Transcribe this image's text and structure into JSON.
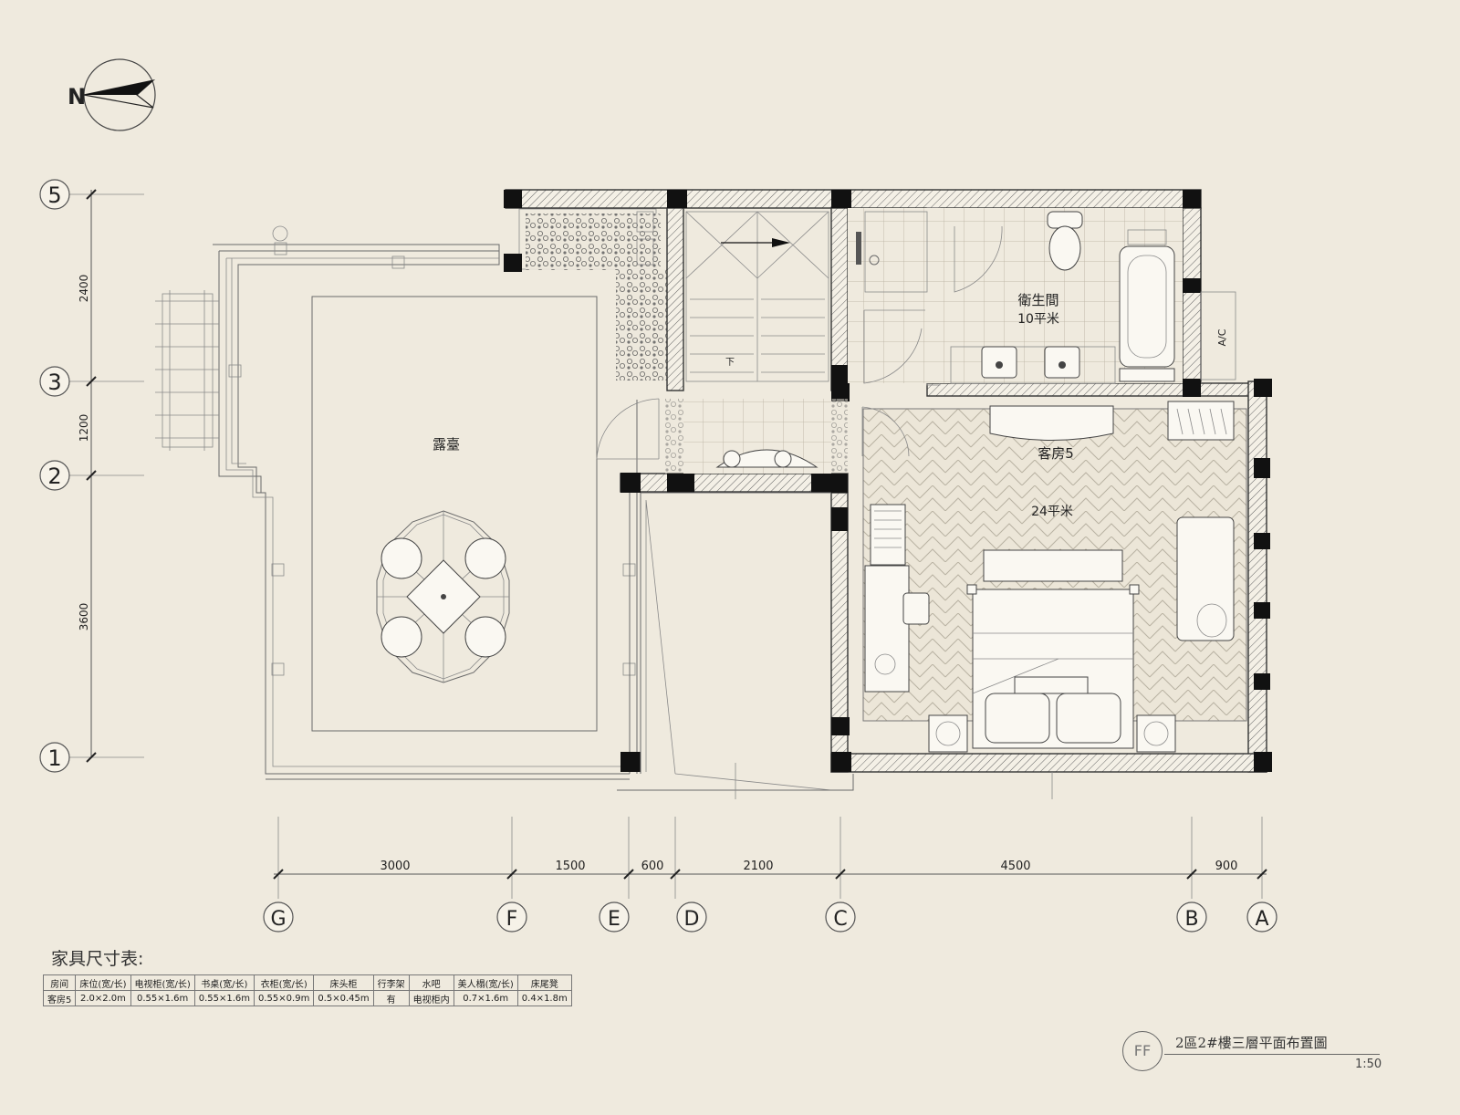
{
  "compass": {
    "label": "N"
  },
  "rows": [
    {
      "label": "5",
      "dim_below": "2400"
    },
    {
      "label": "3",
      "dim_below": "1200"
    },
    {
      "label": "2",
      "dim_below": "3600"
    },
    {
      "label": "1",
      "dim_below": ""
    }
  ],
  "columns": [
    {
      "label": "G",
      "dim_right": "3000"
    },
    {
      "label": "F",
      "dim_right": "1500"
    },
    {
      "label": "E",
      "dim_right": "600"
    },
    {
      "label": "D",
      "dim_right": "2100"
    },
    {
      "label": "C",
      "dim_right": "4500"
    },
    {
      "label": "B",
      "dim_right": "900"
    },
    {
      "label": "A",
      "dim_right": ""
    }
  ],
  "rooms": {
    "terrace": {
      "name": "露臺"
    },
    "bathroom": {
      "name": "衛生間",
      "area": "10平米"
    },
    "guestroom": {
      "name": "客房5",
      "area": "24平米"
    },
    "stair_down": "下",
    "ac_label": "A/C"
  },
  "furniture_table": {
    "title": "家具尺寸表:",
    "headers": [
      "房间",
      "床位(宽/长)",
      "电视柜(宽/长)",
      "书桌(宽/长)",
      "衣柜(宽/长)",
      "床头柜",
      "行李架",
      "水吧",
      "美人榻(宽/长)",
      "床尾凳"
    ],
    "row": [
      "客房5",
      "2.0×2.0m",
      "0.55×1.6m",
      "0.55×1.6m",
      "0.55×0.9m",
      "0.5×0.45m",
      "有",
      "电视柜内",
      "0.7×1.6m",
      "0.4×1.8m"
    ]
  },
  "title_block": {
    "code": "FF",
    "title": "2區2#樓三層平面布置圖",
    "scale": "1:50"
  },
  "colors": {
    "background": "#efeade",
    "wall": "#333333",
    "column": "#111111"
  }
}
